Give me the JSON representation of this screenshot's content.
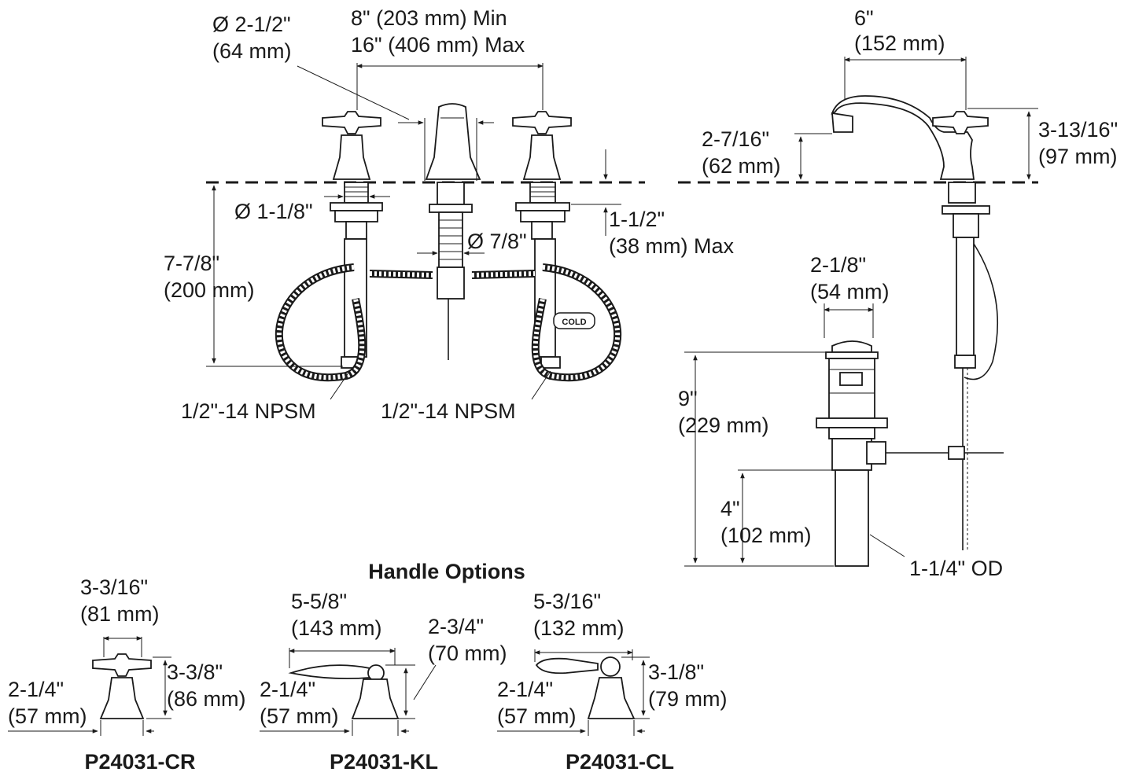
{
  "labels": {
    "dia_2_1_2": "Ø 2-1/2\"",
    "mm_64": "(64 mm)",
    "spread_min": "8\" (203 mm) Min",
    "spread_max": "16\" (406 mm) Max",
    "six": "6\"",
    "mm_152": "(152 mm)",
    "spout_h": "2-7/16\"",
    "mm_62": "(62 mm)",
    "total_h": "3-13/16\"",
    "mm_97": "(97 mm)",
    "dia_1_1_8": "Ø 1-1/8\"",
    "deck": "1-1/2\"",
    "mm_38_max": "(38 mm) Max",
    "dia_7_8": "Ø 7/8\"",
    "below": "7-7/8\"",
    "mm_200": "(200 mm)",
    "npsm_left": "1/2\"-14 NPSM",
    "npsm_right": "1/2\"-14 NPSM",
    "cold": "COLD",
    "drain_w": "2-1/8\"",
    "mm_54": "(54 mm)",
    "drain_h": "9\"",
    "mm_229": "(229 mm)",
    "tail_h": "4\"",
    "mm_102": "(102 mm)",
    "od": "1-1/4\" OD",
    "handle_title": "Handle Options",
    "cr_w": "3-3/16\"",
    "cr_w_mm": "(81 mm)",
    "cr_h": "3-3/8\"",
    "cr_h_mm": "(86 mm)",
    "cr_base": "2-1/4\"",
    "cr_base_mm": "(57 mm)",
    "cr_model": "P24031-CR",
    "kl_w": "5-5/8\"",
    "kl_w_mm": "(143 mm)",
    "kl_h": "2-3/4\"",
    "kl_h_mm": "(70 mm)",
    "kl_base": "2-1/4\"",
    "kl_base_mm": "(57 mm)",
    "kl_model": "P24031-KL",
    "cl_w": "5-3/16\"",
    "cl_w_mm": "(132 mm)",
    "cl_h": "3-1/8\"",
    "cl_h_mm": "(79 mm)",
    "cl_base": "2-1/4\"",
    "cl_base_mm": "(57 mm)",
    "cl_model": "P24031-CL"
  }
}
